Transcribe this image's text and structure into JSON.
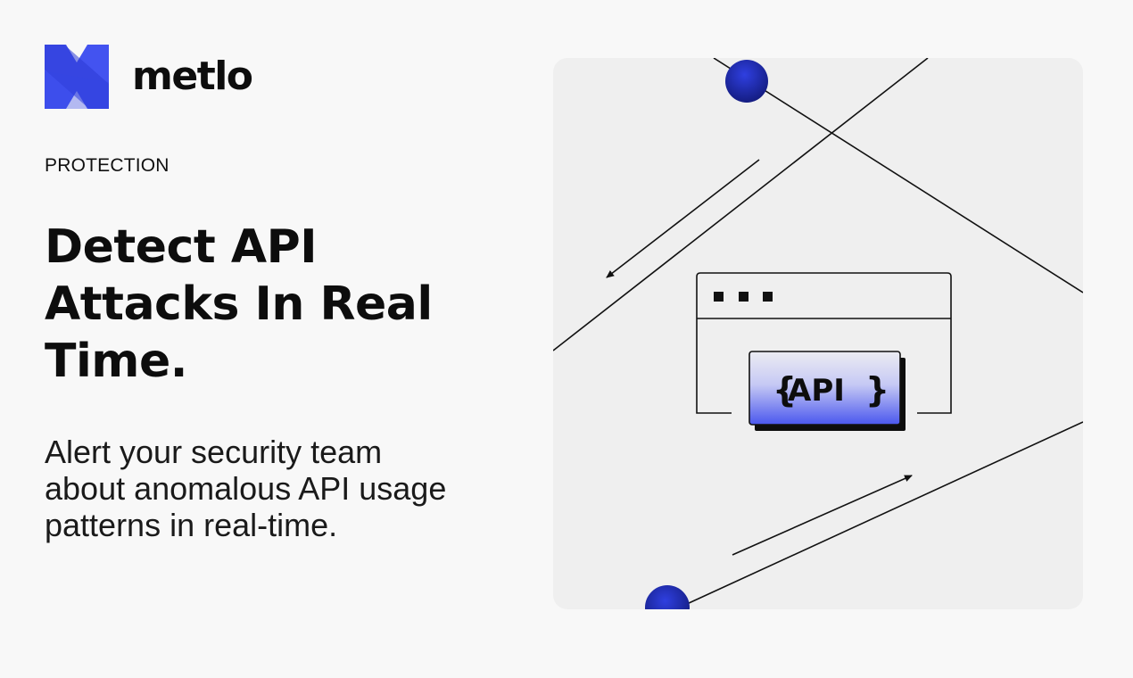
{
  "brand": {
    "name": "metlo",
    "logo_icon": "metlo-logo-icon",
    "accent_color": "#4353f0"
  },
  "eyebrow": "PROTECTION",
  "headline": "Detect API Attacks In Real Time.",
  "description": "Alert your security team about anomalous API usage patterns in real-time.",
  "illustration": {
    "api_badge_label": "API",
    "brace_open": "{",
    "brace_close": "}",
    "background_color": "#efefef",
    "node_color": "#1f2fbf",
    "badge_gradient": [
      "#e8e8f0",
      "#4a57ee"
    ]
  }
}
